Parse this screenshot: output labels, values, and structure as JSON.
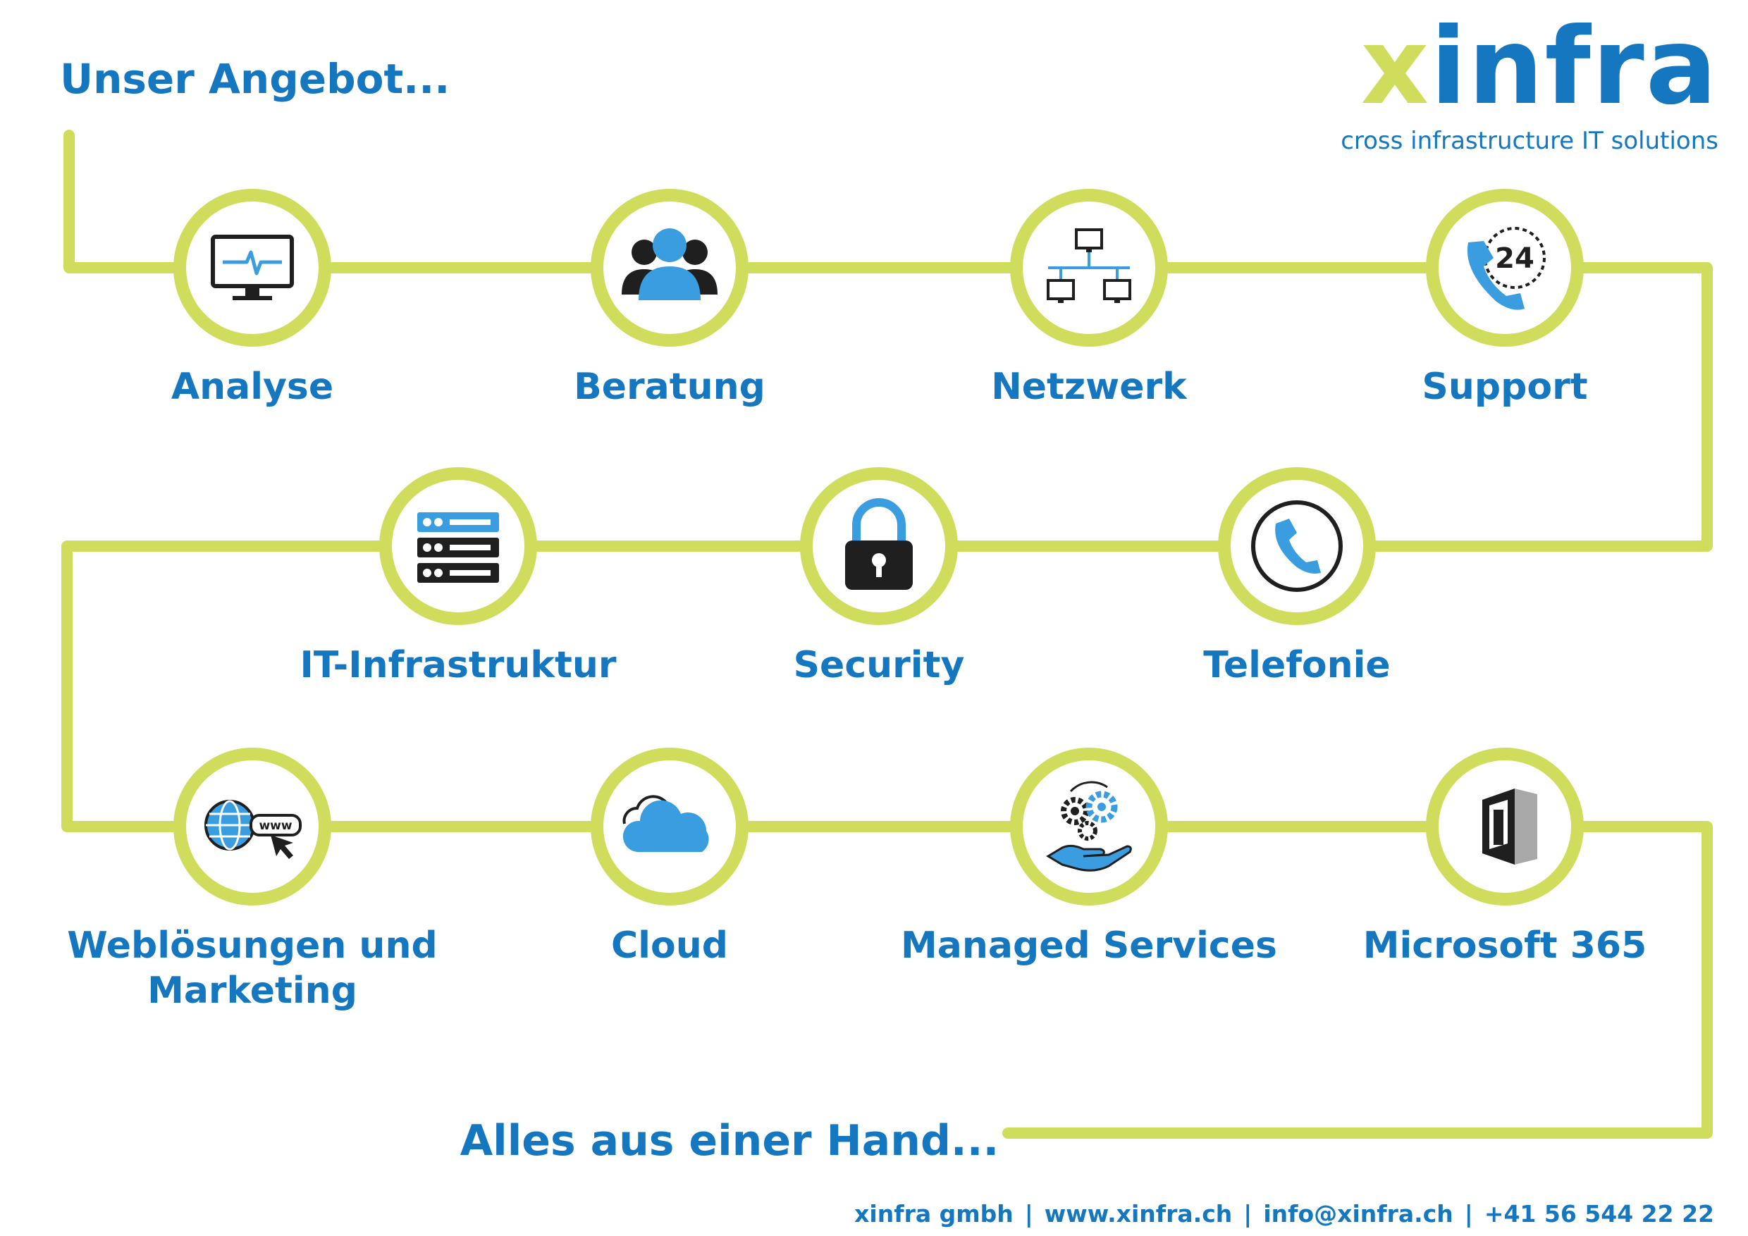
{
  "title": "Unser Angebot...",
  "logo": {
    "mark_x": "x",
    "mark_rest": "infra",
    "claim": "cross infrastructure IT solutions"
  },
  "colors": {
    "primary_blue": "#1477bf",
    "accent_lime": "#d0dd5c",
    "icon_dark": "#1f1f1f",
    "icon_light_blue": "#3a9de0"
  },
  "services": [
    {
      "label": "Analyse",
      "icon": "monitor-pulse-icon"
    },
    {
      "label": "Beratung",
      "icon": "people-group-icon"
    },
    {
      "label": "Netzwerk",
      "icon": "network-icon"
    },
    {
      "label": "Support",
      "icon": "phone-24h-icon"
    },
    {
      "label": "IT-Infrastruktur",
      "icon": "server-rack-icon"
    },
    {
      "label": "Security",
      "icon": "padlock-icon"
    },
    {
      "label": "Telefonie",
      "icon": "phone-circle-icon"
    },
    {
      "label": "Weblösungen und",
      "label_line2": "Marketing",
      "icon": "globe-www-icon"
    },
    {
      "label": "Cloud",
      "icon": "cloud-icon"
    },
    {
      "label": "Managed Services",
      "icon": "gears-hand-icon"
    },
    {
      "label": "Microsoft 365",
      "icon": "office-365-icon"
    }
  ],
  "tagline": "Alles aus einer Hand...",
  "footer": {
    "company": "xinfra gmbh",
    "website": "www.xinfra.ch",
    "email": "info@xinfra.ch",
    "phone": "+41 56 544 22 22",
    "separator": "|"
  }
}
